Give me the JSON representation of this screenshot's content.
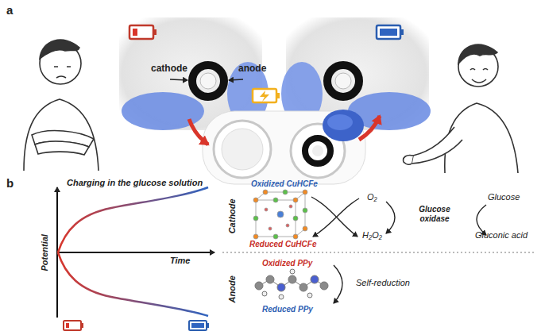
{
  "diagram": {
    "labels": [
      "a",
      "b",
      "cathode",
      "anode",
      "Charging in the glucose solution",
      "Potential",
      "Time",
      "Cathode",
      "Anode",
      "Oxidized CuHCFe",
      "Reduced CuHCFe",
      "O₂",
      "H₂O₂",
      "Glucose oxidase",
      "Glucose",
      "Gluconic acid",
      "Oxidized PPy",
      "Reduced PPy",
      "Self-reduction"
    ]
  }
}
